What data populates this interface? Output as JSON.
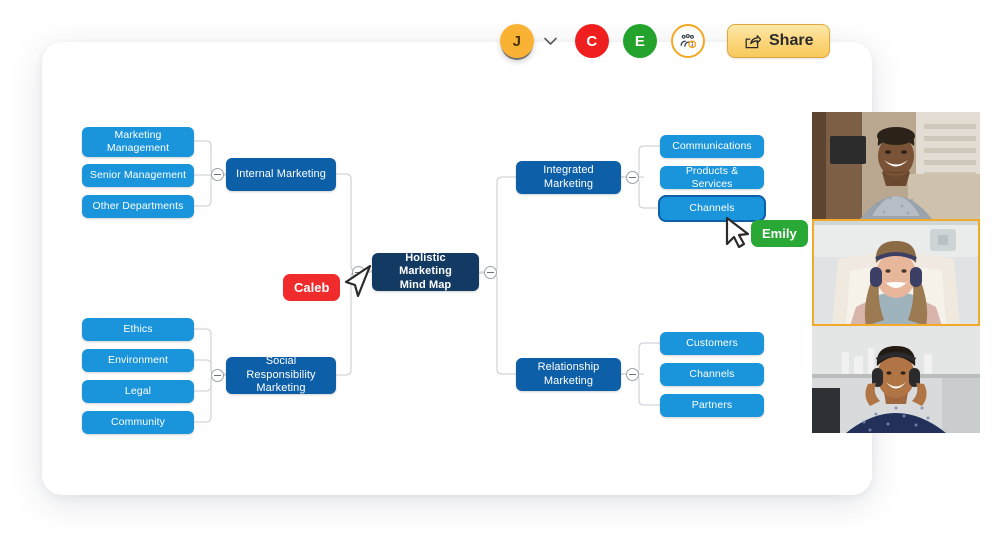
{
  "topbar": {
    "lead_avatar": {
      "initial": "J",
      "name": "jordan-avatar",
      "color": "#f9b233"
    },
    "chevron": "⌄",
    "avatars": [
      {
        "initial": "C",
        "color": "#f01f1f"
      },
      {
        "initial": "E",
        "color": "#24a32c"
      }
    ],
    "group_icon_label": "participants",
    "share_label": "Share"
  },
  "mindmap": {
    "root": {
      "label": "Holistic Marketing\nMind Map",
      "line1": "Holistic Marketing",
      "line2": "Mind Map"
    },
    "branches": [
      {
        "id": "internal-marketing",
        "label": "Internal Marketing",
        "side": "left",
        "children": [
          "Marketing Management",
          "Senior Management",
          "Other Departments"
        ]
      },
      {
        "id": "social-responsibility-marketing",
        "label": "Social Responsibility Marketing",
        "line1": "Social Responsibility",
        "line2": "Marketing",
        "side": "left",
        "children": [
          "Ethics",
          "Environment",
          "Legal",
          "Community"
        ]
      },
      {
        "id": "integrated-marketing",
        "label": "Integrated Marketing",
        "side": "right",
        "children": [
          "Communications",
          "Products & Services",
          "Channels"
        ]
      },
      {
        "id": "relationship-marketing",
        "label": "Relationship Marketing",
        "side": "right",
        "children": [
          "Customers",
          "Channels",
          "Partners"
        ]
      }
    ],
    "leaves": {
      "marketing_management_line1": "Marketing",
      "marketing_management_line2": "Management",
      "senior_management": "Senior Management",
      "other_departments": "Other Departments",
      "ethics": "Ethics",
      "environment": "Environment",
      "legal": "Legal",
      "community": "Community",
      "communications": "Communications",
      "products_services": "Products & Services",
      "channels_top": "Channels",
      "customers": "Customers",
      "channels_bottom": "Channels",
      "partners": "Partners"
    },
    "selected_node": "Channels"
  },
  "cursors": [
    {
      "name": "Caleb",
      "color": "#f02b2b"
    },
    {
      "name": "Emily",
      "color": "#2aa836"
    }
  ],
  "video_tiles": [
    {
      "id": "tile-1",
      "active": false
    },
    {
      "id": "tile-2",
      "active": true
    },
    {
      "id": "tile-3",
      "active": false
    }
  ]
}
